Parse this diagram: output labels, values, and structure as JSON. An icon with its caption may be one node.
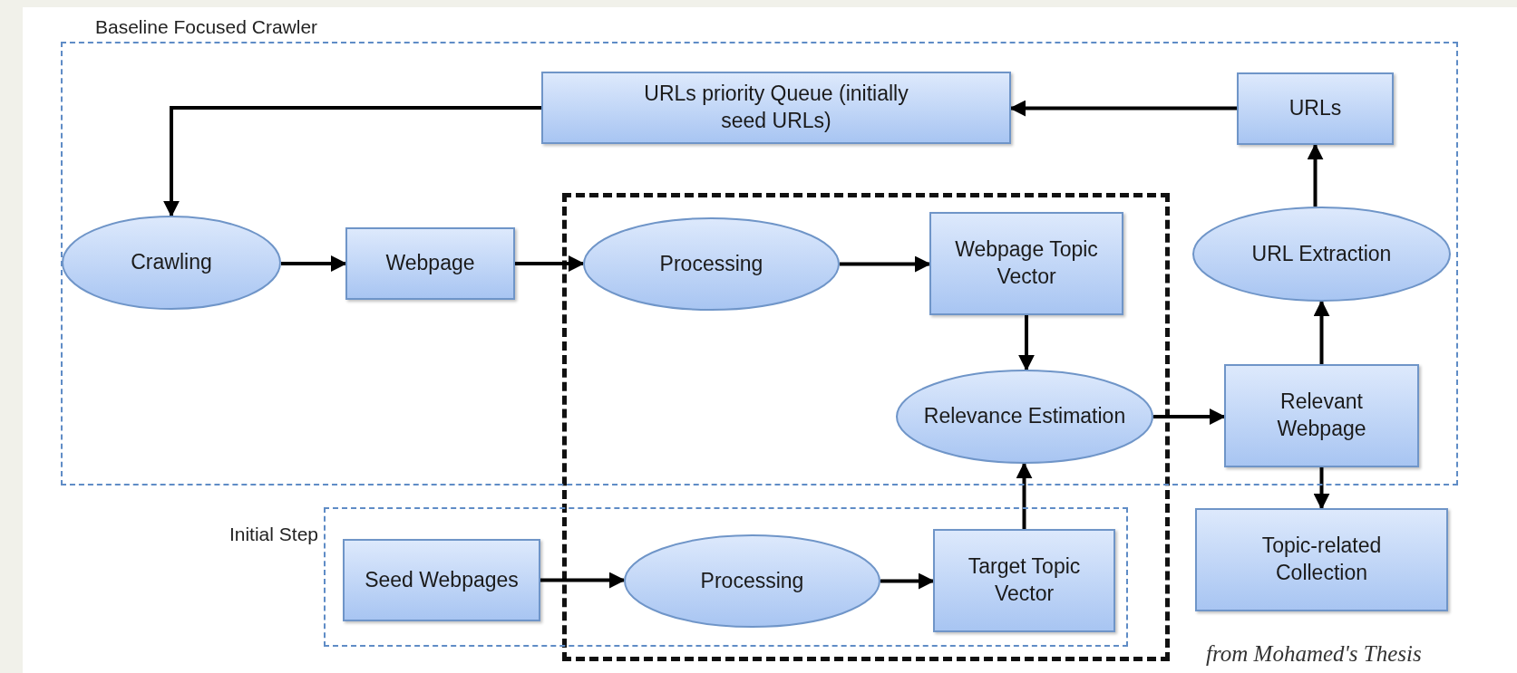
{
  "diagram": {
    "caption": "from Mohamed's Thesis",
    "nodes": [
      {
        "text": [
          "Baseline Focused Crawler"
        ]
      },
      {
        "text": [
          "URLs priority Queue (initially seed URLs)"
        ],
        "in": 0
      },
      {
        "text": [
          "URLs"
        ],
        "in": 0
      },
      {
        "text": [
          "Crawling"
        ],
        "in": 0
      },
      {
        "text": [
          "Webpage"
        ],
        "in": 0
      },
      {
        "text": [
          "Processing"
        ],
        "in": 0
      },
      {
        "text": [
          "Webpage Topic Vector"
        ],
        "in": 0
      },
      {
        "text": [
          "URL Extraction"
        ],
        "in": 0
      },
      {
        "text": [
          "Relevance Estimation"
        ],
        "in": 0
      },
      {
        "text": [
          "Relevant Webpage"
        ],
        "in": 0
      },
      {
        "text": [
          "Initial Step"
        ]
      },
      {
        "text": [
          "Seed Webpages"
        ],
        "in": 10
      },
      {
        "text": [
          "Processing"
        ],
        "in": 10
      },
      {
        "text": [
          "Target Topic Vector"
        ],
        "in": 10
      },
      {
        "text": [
          "Topic-related Collection"
        ]
      }
    ],
    "edges": [
      {
        "from": 1,
        "to": 3,
        "arrow": "to"
      },
      {
        "from": 2,
        "to": 1,
        "arrow": "to"
      },
      {
        "from": 3,
        "to": 4,
        "arrow": "to"
      },
      {
        "from": 4,
        "to": 5,
        "arrow": "to"
      },
      {
        "from": 5,
        "to": 6,
        "arrow": "to"
      },
      {
        "from": 6,
        "to": 8,
        "arrow": "to"
      },
      {
        "from": 8,
        "to": 9,
        "arrow": "to"
      },
      {
        "from": 9,
        "to": 7,
        "arrow": "to"
      },
      {
        "from": 7,
        "to": 2,
        "arrow": "to"
      },
      {
        "from": 9,
        "to": 14,
        "arrow": "to"
      },
      {
        "from": 11,
        "to": 12,
        "arrow": "to"
      },
      {
        "from": 12,
        "to": 13,
        "arrow": "to"
      },
      {
        "from": 13,
        "to": 8,
        "arrow": "to"
      }
    ]
  }
}
